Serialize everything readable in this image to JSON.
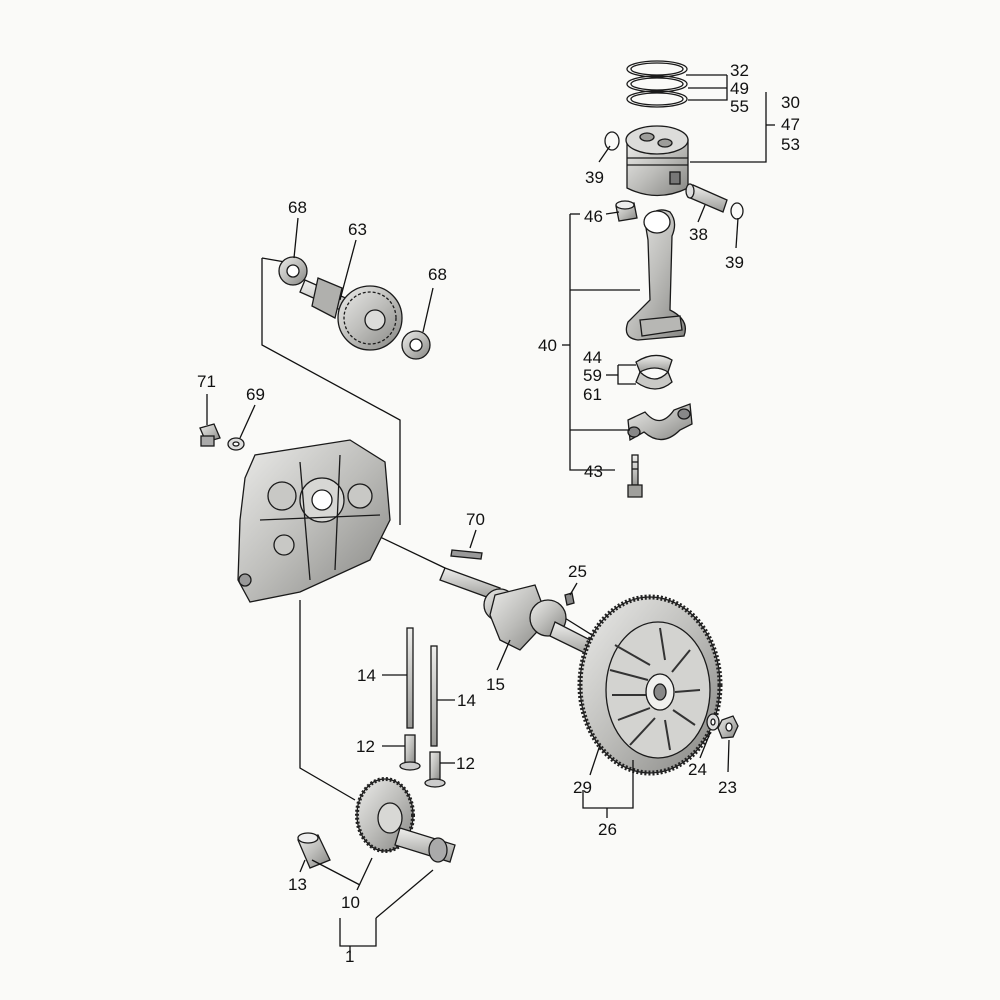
{
  "labels": {
    "p32": "32",
    "p49": "49",
    "p55": "55",
    "p30": "30",
    "p47": "47",
    "p53": "53",
    "p39a": "39",
    "p39b": "39",
    "p38": "38",
    "p46": "46",
    "p68a": "68",
    "p68b": "68",
    "p63": "63",
    "p71": "71",
    "p69": "69",
    "p40": "40",
    "p44": "44",
    "p59": "59",
    "p61": "61",
    "p43": "43",
    "p70": "70",
    "p25": "25",
    "p15": "15",
    "p14a": "14",
    "p14b": "14",
    "p12a": "12",
    "p12b": "12",
    "p29": "29",
    "p24": "24",
    "p23": "23",
    "p26": "26",
    "p13": "13",
    "p10": "10",
    "p1": "1"
  },
  "colors": {
    "ink": "#1a1a1a",
    "metal_light": "#d9d9d7",
    "metal_mid": "#a9a9a6",
    "metal_dark": "#6f6f6c",
    "background": "#fafaf8"
  }
}
